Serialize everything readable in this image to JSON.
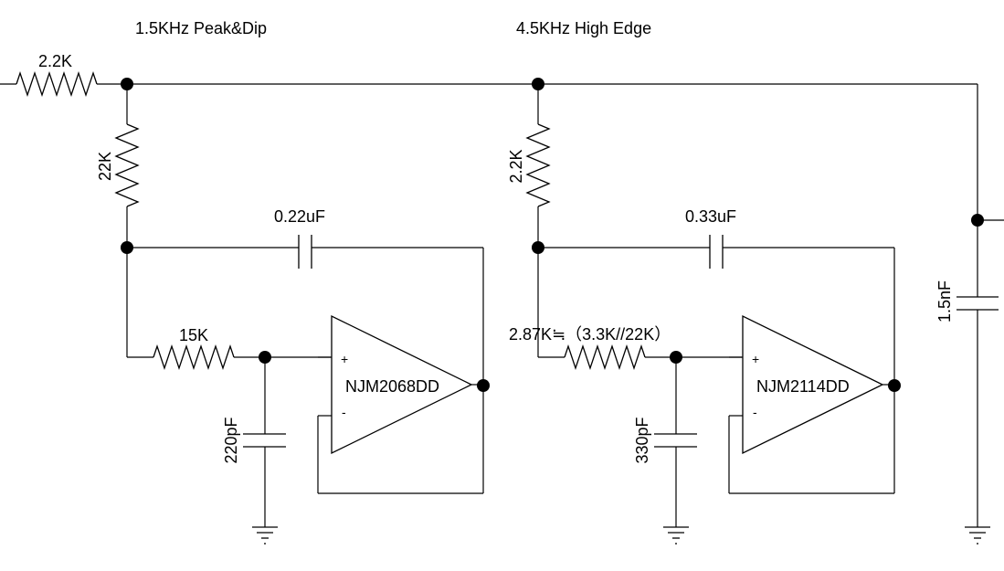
{
  "headings": {
    "stage1": "1.5KHz Peak&Dip",
    "stage2": "4.5KHz High Edge"
  },
  "components": {
    "r_input": "2.2K",
    "r_stage1_shunt": "22K",
    "c_stage1_feedback": "0.22uF",
    "r_stage1_series": "15K",
    "c_stage1_ground": "220pF",
    "opamp1": "NJM2068DD",
    "r_stage2_shunt": "2.2K",
    "c_stage2_feedback": "0.33uF",
    "r_stage2_series": "2.87K≒（3.3K//22K）",
    "c_stage2_ground": "330pF",
    "opamp2": "NJM2114DD",
    "c_output": "1.5nF"
  },
  "pins": {
    "noninverting": "+",
    "inverting": "-"
  }
}
